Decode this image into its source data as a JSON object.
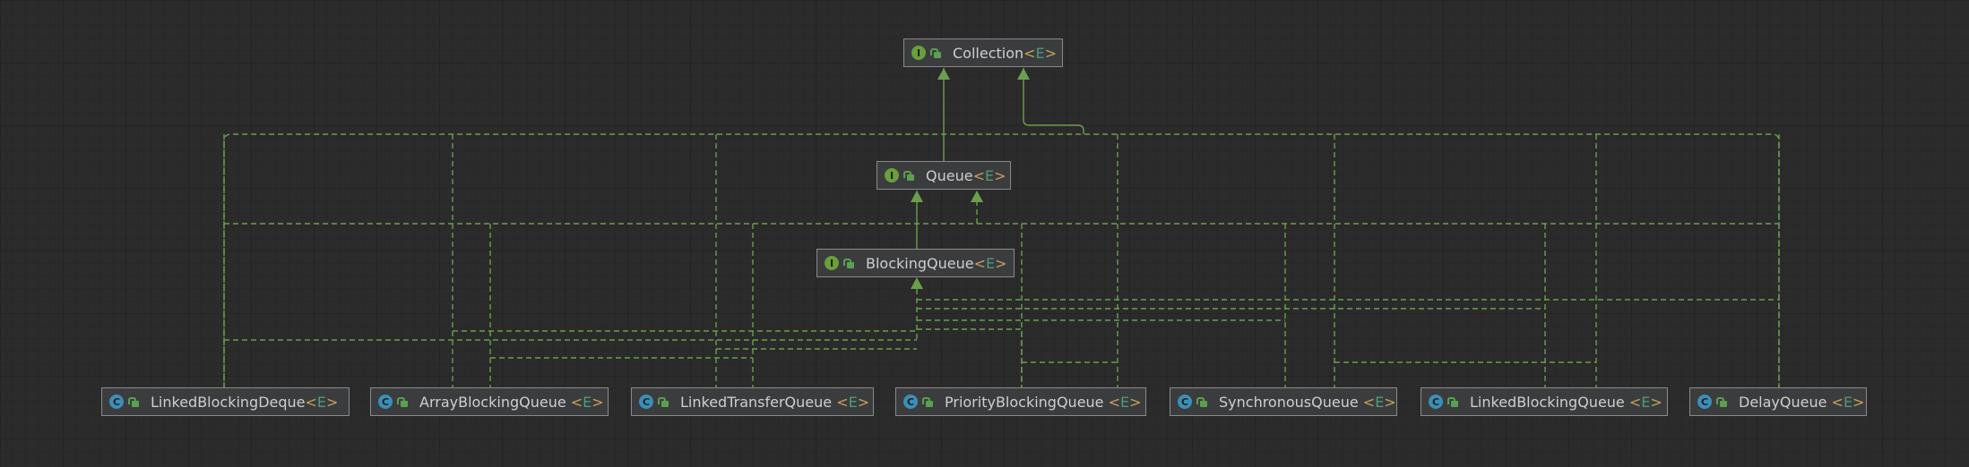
{
  "diagram": {
    "interfaces": [
      {
        "id": "collection",
        "name": "Collection",
        "type_param": "E"
      },
      {
        "id": "queue",
        "name": "Queue",
        "type_param": "E"
      },
      {
        "id": "blockingqueue",
        "name": "BlockingQueue",
        "type_param": "E"
      }
    ],
    "classes": [
      {
        "id": "lbd",
        "name": "LinkedBlockingDeque",
        "type_param": "E"
      },
      {
        "id": "abq",
        "name": "ArrayBlockingQueue ",
        "type_param": "E"
      },
      {
        "id": "ltq",
        "name": "LinkedTransferQueue ",
        "type_param": "E"
      },
      {
        "id": "pbq",
        "name": "PriorityBlockingQueue ",
        "type_param": "E"
      },
      {
        "id": "sq",
        "name": "SynchronousQueue ",
        "type_param": "E"
      },
      {
        "id": "lbq",
        "name": "LinkedBlockingQueue ",
        "type_param": "E"
      },
      {
        "id": "dq",
        "name": "DelayQueue ",
        "type_param": "E"
      }
    ],
    "edges_extends": [
      {
        "from": "queue",
        "to": "collection"
      },
      {
        "from": "blockingqueue",
        "to": "queue"
      }
    ],
    "edges_implements_target": [
      "collection",
      "queue",
      "blockingqueue"
    ],
    "icons": {
      "interface": "interface-badge-icon",
      "class": "class-badge-icon",
      "access": "lock-icon"
    },
    "colors": {
      "edge": "#6a9f4e",
      "background": "#2b2b2b",
      "node_fill": "#3b3c3e",
      "node_border": "#8a8a8a"
    }
  }
}
